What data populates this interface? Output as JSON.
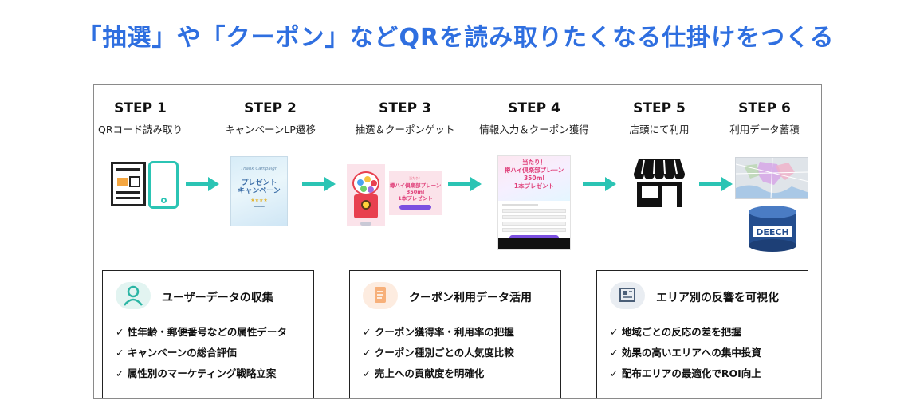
{
  "headline": "「抽選」や「クーポン」などQRを読み取りたくなる仕掛けをつくる",
  "steps": [
    {
      "num": "STEP 1",
      "title": "QRコード読み取り"
    },
    {
      "num": "STEP 2",
      "title": "キャンペーンLP遷移"
    },
    {
      "num": "STEP 3",
      "title": "抽選＆クーポンゲット"
    },
    {
      "num": "STEP 4",
      "title": "情報入力＆クーポン獲得"
    },
    {
      "num": "STEP 5",
      "title": "店頭にて利用"
    },
    {
      "num": "STEP 6",
      "title": "利用データ蓄積"
    }
  ],
  "campaign_card": {
    "top": "Thank Campaign",
    "main": "プレゼント\nキャンペーン",
    "stars": "★★★★"
  },
  "coupon_card": {
    "top": "当たり！",
    "main": "樽ハイ倶楽部プレーン\n350ml\n1本プレゼント"
  },
  "form_card": {
    "main": "当たり！\n樽ハイ倶楽部プレーン\n350ml\n1本プレゼント"
  },
  "db_label": "DEECH",
  "panels": [
    {
      "title": "ユーザーデータの収集",
      "icon": "user-icon",
      "items": [
        "✓ 性年齢・郵便番号などの属性データ",
        "✓ キャンペーンの総合評価",
        "✓ 属性別のマーケティング戦略立案"
      ]
    },
    {
      "title": "クーポン利用データ活用",
      "icon": "document-icon",
      "items": [
        "✓ クーポン獲得率・利用率の把握",
        "✓ クーポン種別ごとの人気度比較",
        "✓ 売上への貢献度を明確化"
      ]
    },
    {
      "title": "エリア別の反響を可視化",
      "icon": "map-panel-icon",
      "items": [
        "✓ 地域ごとの反応の差を把握",
        "✓ 効果の高いエリアへの集中投資",
        "✓ 配布エリアの最適化でROI向上"
      ]
    }
  ],
  "colors": {
    "headline": "#2f6fe0",
    "arrow": "#2bc4b4",
    "accent_purple": "#7b4fe0",
    "accent_pink": "#e0407a"
  }
}
